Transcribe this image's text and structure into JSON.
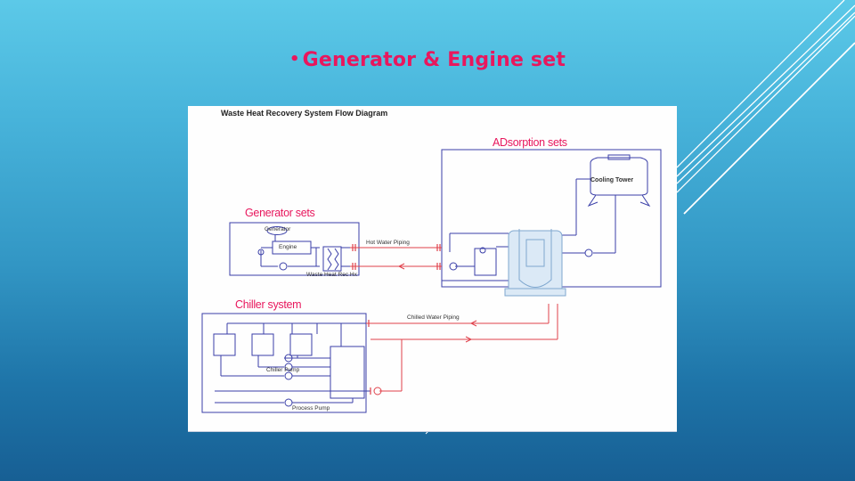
{
  "slide": {
    "bullet": "•",
    "title": "Generator & Engine set"
  },
  "figure": {
    "title": "Waste Heat Recovery System Flow Diagram",
    "sections": {
      "adsorption": "ADsorption sets",
      "generator": "Generator sets",
      "chiller": "Chiller system"
    },
    "labels": {
      "generator": "Generator",
      "engine": "Engine",
      "waste_heat_hx": "Waste Heat Rec Hx",
      "hot_water_piping": "Hot Water Piping",
      "cooling_tower": "Cooling Tower",
      "chilled_water_piping": "Chilled Water Piping",
      "chiller_pump": "Chiller Pump",
      "process_pump": "Process Pump"
    },
    "colors": {
      "hot_pipe": "#e0404a",
      "equipment_line": "#3a3fa8",
      "section_label": "#e8175d"
    }
  }
}
